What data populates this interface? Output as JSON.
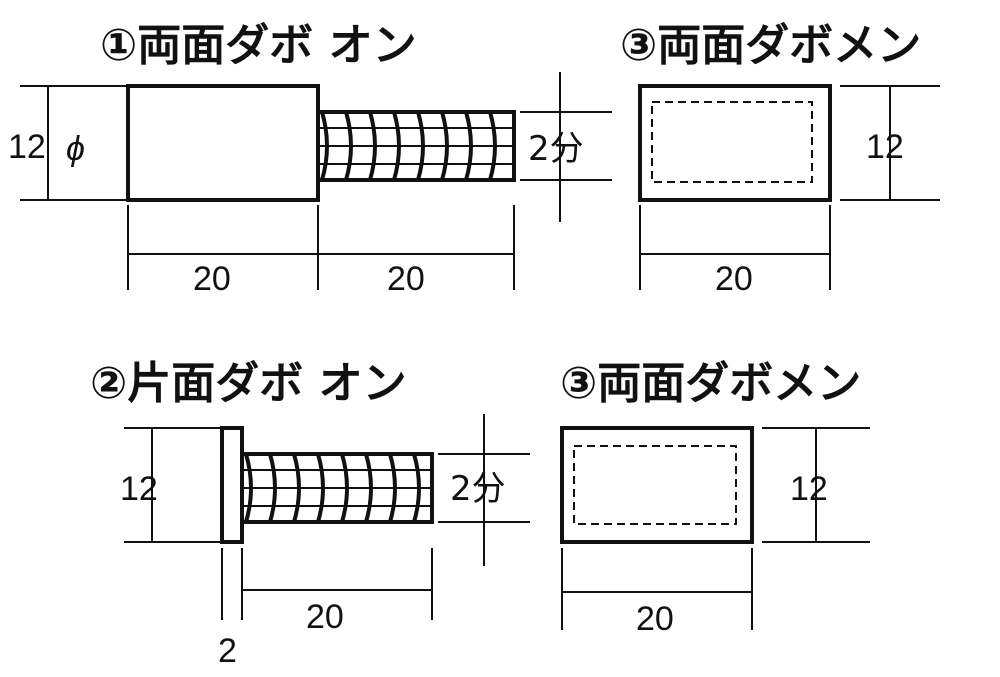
{
  "titles": {
    "part1": "①両面ダボ オン",
    "part2": "②片面ダボ オン",
    "part3a": "③両面ダボメン",
    "part3b": "③両面ダボメン"
  },
  "dimensions": {
    "p1_diameter": "12",
    "p1_phi": "ϕ",
    "p1_len_body": "20",
    "p1_len_thread": "20",
    "p1_thread_size": "2分",
    "p2_height": "12",
    "p2_flange": "2",
    "p2_len_thread": "20",
    "p2_thread_size": "2分",
    "p3a_height": "12",
    "p3a_width": "20",
    "p3b_height": "12",
    "p3b_width": "20"
  }
}
